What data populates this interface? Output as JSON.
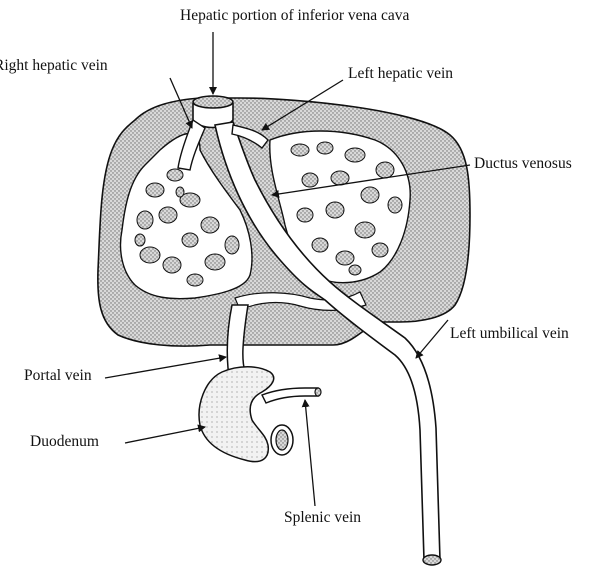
{
  "labels": {
    "ivc": "Hepatic portion of inferior vena cava",
    "right_hepatic": "Right hepatic vein",
    "left_hepatic": "Left hepatic vein",
    "ductus": "Ductus venosus",
    "umbilical": "Left umbilical vein",
    "portal": "Portal vein",
    "duodenum": "Duodenum",
    "splenic": "Splenic vein"
  }
}
